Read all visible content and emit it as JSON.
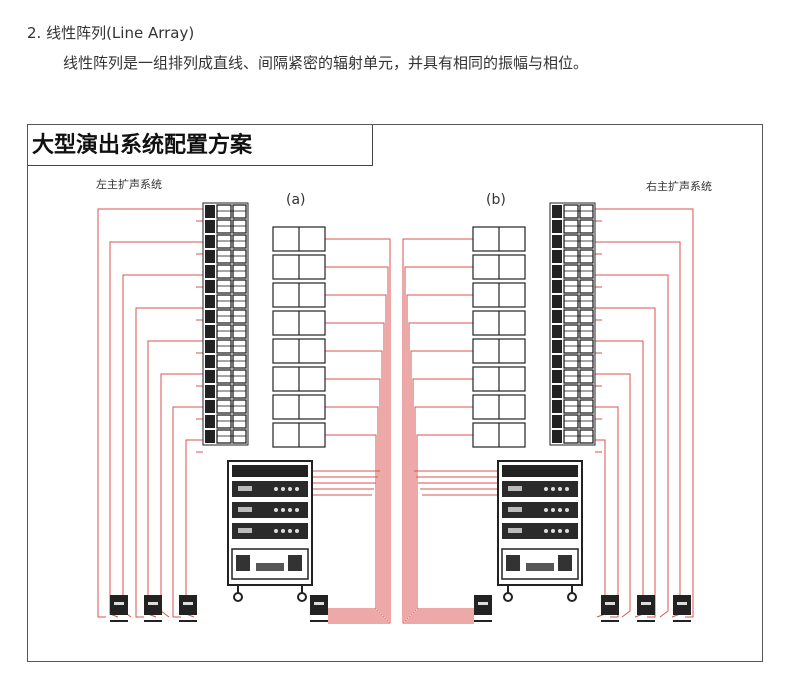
{
  "section": {
    "heading": "2. 线性阵列(Line Array)",
    "description": "线性阵列是一组排列成直线、间隔紧密的辐射单元，并具有相同的振幅与相位。"
  },
  "diagram": {
    "title": "大型演出系统配置方案",
    "left_label": "左主扩声系统",
    "right_label": "右主扩声系统",
    "panel_a": "(a)",
    "panel_b": "(b)"
  },
  "colors": {
    "cable": "#d9534f",
    "outline": "#222222"
  }
}
